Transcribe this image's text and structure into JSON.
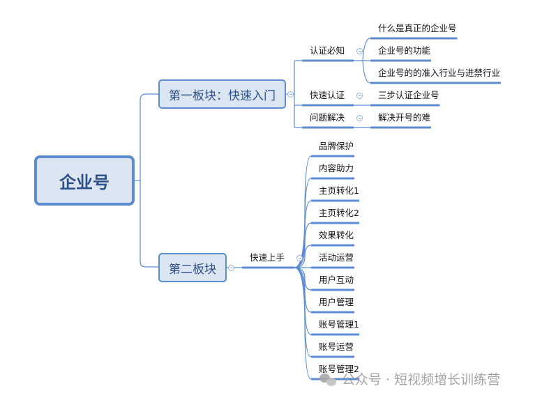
{
  "root": {
    "label": "企业号"
  },
  "branch1": {
    "label": "第一板块：快速入门",
    "children": [
      {
        "label": "认证必知",
        "leaves": [
          "什么是真正的企业号",
          "企业号的功能",
          "企业号的的准入行业与进禁行业"
        ]
      },
      {
        "label": "快速认证",
        "leaves": [
          "三步认证企业号"
        ]
      },
      {
        "label": "问题解决",
        "leaves": [
          "解决开号的难"
        ]
      }
    ]
  },
  "branch2": {
    "label": "第二板块",
    "children": [
      {
        "label": "快速上手",
        "leaves": [
          "品牌保护",
          "内容助力",
          "主页转化1",
          "主页转化2",
          "效果转化",
          "活动运营",
          "用户互动",
          "用户管理",
          "账号管理1",
          "账号运营",
          "账号管理2"
        ]
      }
    ]
  },
  "watermark": {
    "text": "公众号 · 短视频增长训练营"
  },
  "colors": {
    "line": "#5b8bd0",
    "node_fill": "#dce6f2",
    "node_text": "#2d4f8a"
  }
}
